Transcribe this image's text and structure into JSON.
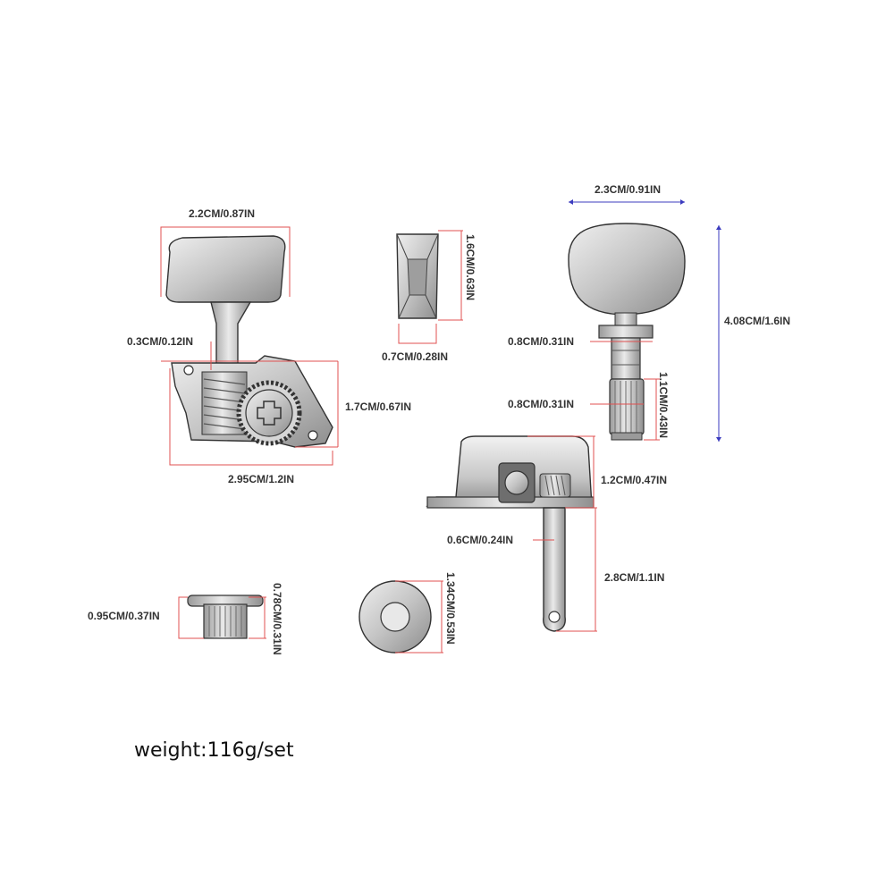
{
  "colors": {
    "dimension_line": "#e05050",
    "dimension_line_alt": "#3b3bbf",
    "label_text": "#333333",
    "part_outline": "#333333",
    "part_fill": "#c8c8c8"
  },
  "dimensions": {
    "button_width": "2.2CM/0.87IN",
    "screw_hole": "0.3CM/0.12IN",
    "base_height": "1.7CM/0.67IN",
    "base_length": "2.95CM/1.2IN",
    "block_height": "1.6CM/0.63IN",
    "block_width": "0.7CM/0.28IN",
    "oval_button_width": "2.3CM/0.91IN",
    "total_height": "4.08CM/1.6IN",
    "collar_diameter": "0.8CM/0.31IN",
    "shaft_diameter": "0.8CM/0.31IN",
    "shaft_length": "1.1CM/0.43IN",
    "housing_height": "1.2CM/0.47IN",
    "post_diameter": "0.6CM/0.24IN",
    "post_length": "2.8CM/1.1IN",
    "bushing_diameter": "0.95CM/0.37IN",
    "bushing_height": "0.78CM/0.31IN",
    "washer_diameter": "1.34CM/0.53IN"
  },
  "weight": "weight:116g/set"
}
